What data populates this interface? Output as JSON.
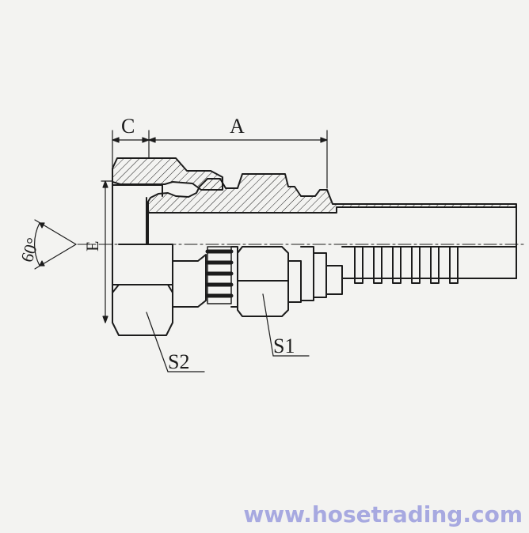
{
  "drawing": {
    "dim_c": "C",
    "dim_a": "A",
    "dim_e": "E",
    "angle": "60°",
    "label_s1": "S1",
    "label_s2": "S2"
  },
  "watermark": {
    "text": "www.hosetrading.com",
    "color": "#a7a9e0"
  },
  "colors": {
    "line": "#1c1c1c",
    "paper": "#f3f3f1"
  }
}
